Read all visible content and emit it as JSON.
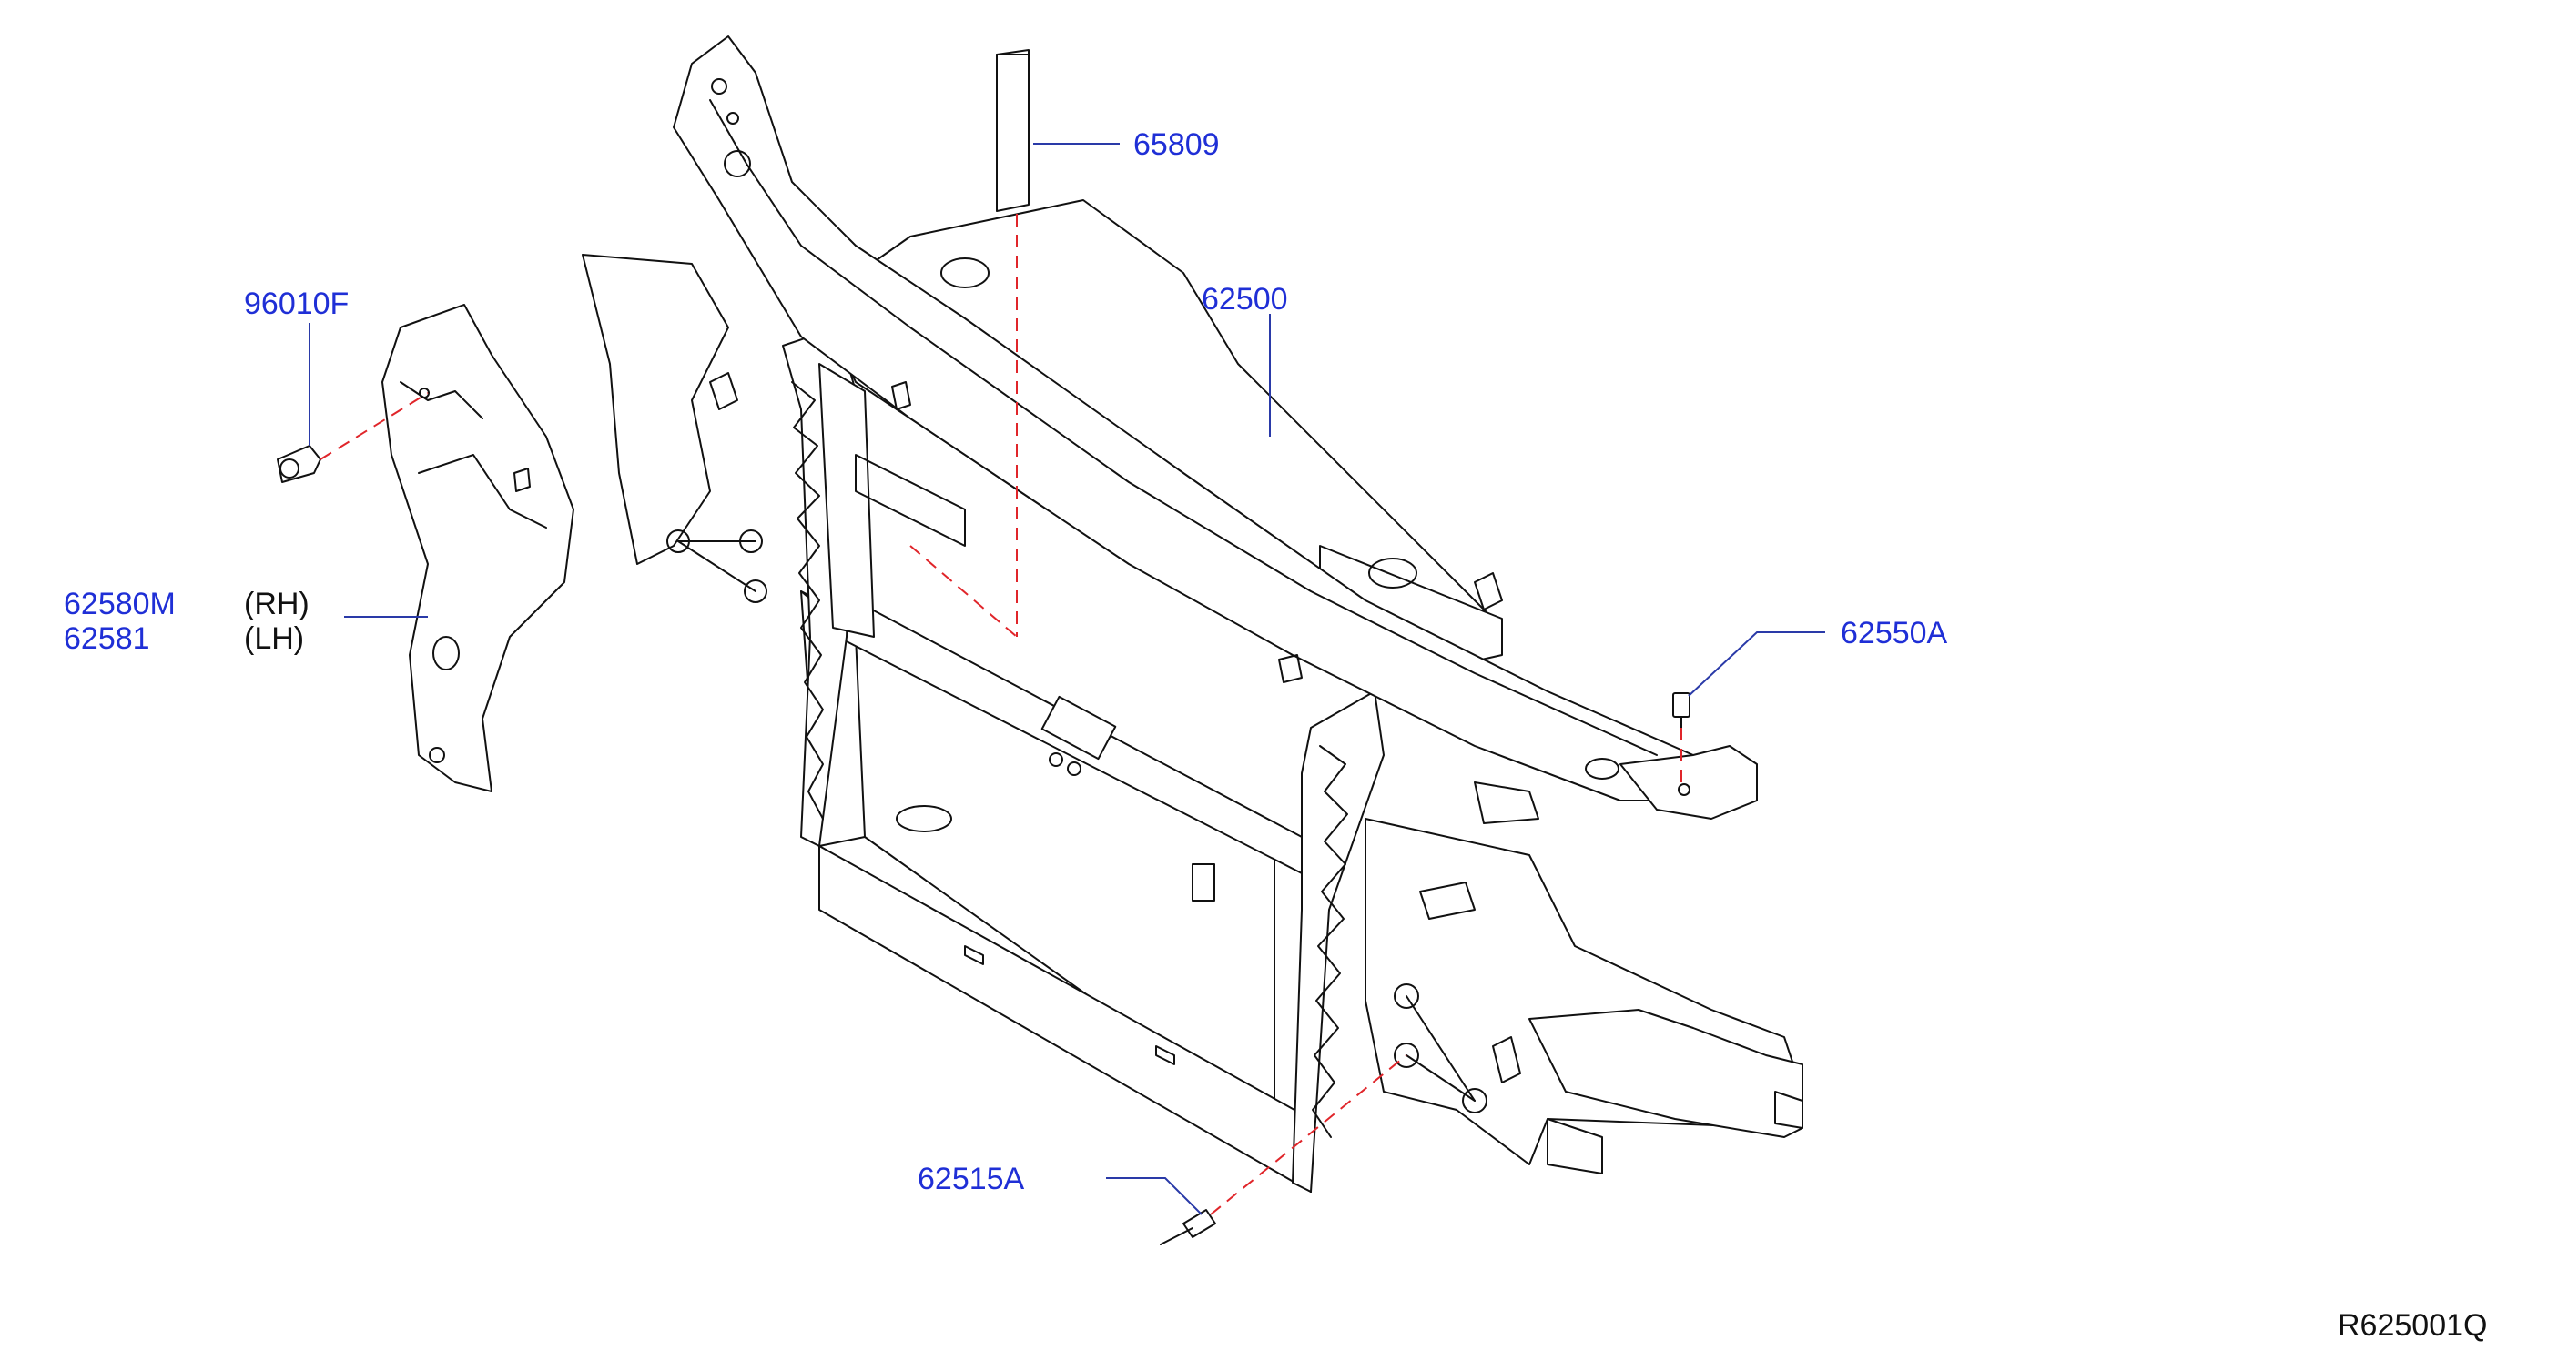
{
  "callouts": [
    {
      "id": "65809",
      "part": "65809"
    },
    {
      "id": "62500",
      "part": "62500"
    },
    {
      "id": "96010f",
      "part": "96010F"
    },
    {
      "id": "62580m",
      "part": "62580M",
      "note": "(RH)"
    },
    {
      "id": "62581",
      "part": "62581",
      "note": "(LH)"
    },
    {
      "id": "62550a",
      "part": "62550A"
    },
    {
      "id": "62515a",
      "part": "62515A"
    }
  ],
  "reference_code": "R625001Q",
  "colors": {
    "part_label": "#1f2fd6",
    "leader": "#2a3aa8",
    "assembly_dash": "#e0252a",
    "line_art": "#111111"
  }
}
